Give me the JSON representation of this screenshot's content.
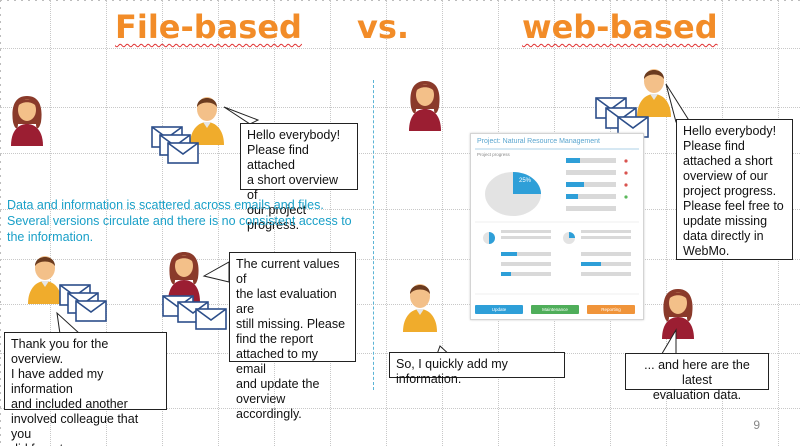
{
  "titles": {
    "file_based": "File-based",
    "vs": "vs.",
    "web_based": "web-based"
  },
  "left": {
    "sender_bubble": "Hello everybody!\nPlease find attached\na short overview of\nour project progress.",
    "problem_text": "Data and information is scattered across emails and files.\nSeveral versions circulate and there is no consistent access to\nthe information.",
    "reply_bubble": "Thank you for the overview.\nI have added my information\nand included another\ninvolved colleague that you\ndid forget.",
    "missing_bubble": "The current values of\nthe last evaluation are\nstill missing. Please\nfind the report\nattached to my email\nand update the\noverview accordingly."
  },
  "right": {
    "sender_bubble": "Hello everybody!\nPlease find\nattached a short\noverview of our\nproject progress.\nPlease feel free to\nupdate missing\ndata directly in\nWebMo.",
    "quick_bubble": "So, I quickly add my information.",
    "latest_bubble": "... and here are the latest\nevaluation data.",
    "screenshot": {
      "title": "Project: Natural Resource Management",
      "progress_label": "Project progress",
      "pct": "25%",
      "btn_update": "Update",
      "btn_maintenance": "Maintenance",
      "btn_reporting": "Reporting"
    }
  },
  "page_number": "9",
  "colors": {
    "title": "#f28c28",
    "accent_cyan": "#1aa0c8",
    "divider": "#5ab4d6"
  }
}
